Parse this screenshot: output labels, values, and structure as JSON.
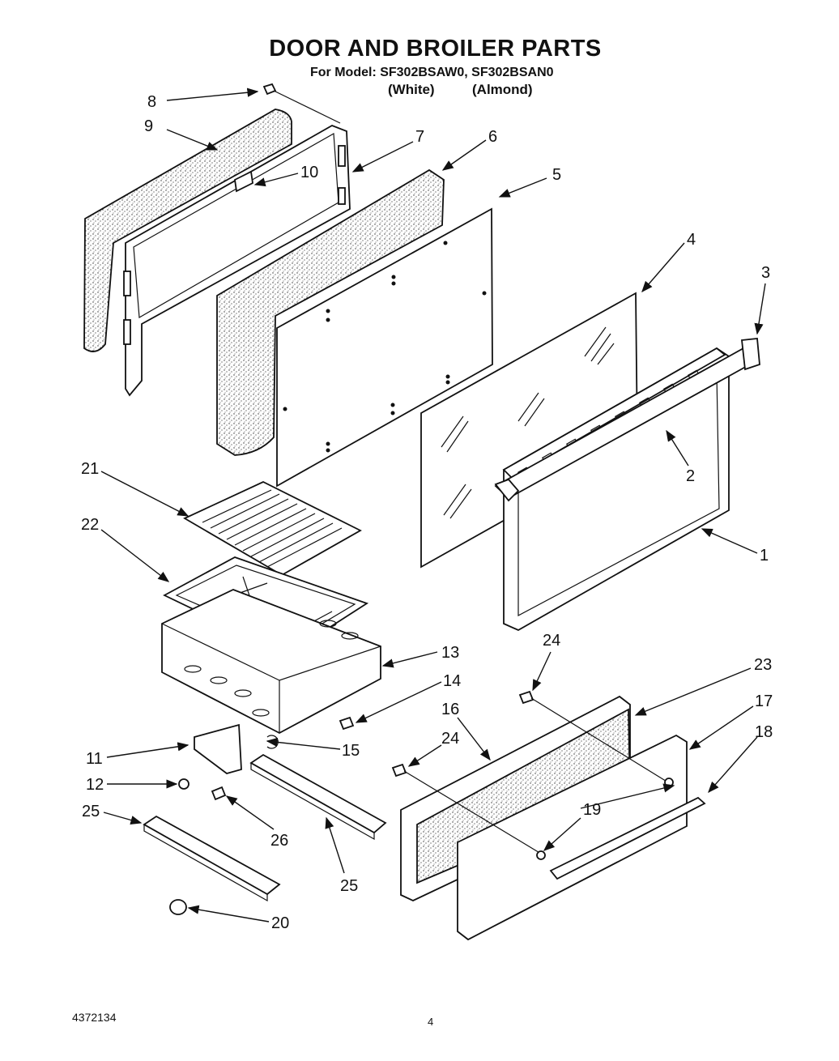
{
  "header": {
    "title": "DOOR AND BROILER PARTS",
    "model_line": "For Model: SF302BSAW0, SF302BSAN0",
    "variants": [
      "(White)",
      "(Almond)"
    ]
  },
  "callouts": [
    "8",
    "9",
    "7",
    "6",
    "10",
    "5",
    "4",
    "3",
    "2",
    "1",
    "21",
    "22",
    "13",
    "24",
    "23",
    "14",
    "16",
    "17",
    "18",
    "15",
    "11",
    "24",
    "12",
    "19",
    "25",
    "26",
    "25",
    "20"
  ],
  "footer": {
    "doc_number": "4372134",
    "page_number": "4"
  }
}
